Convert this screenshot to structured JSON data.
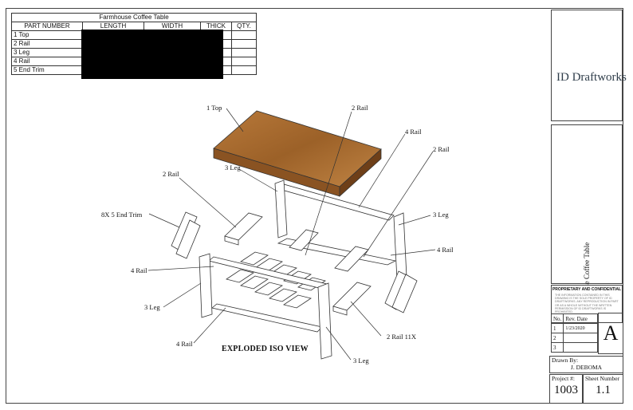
{
  "parts_table": {
    "title": "Farmhouse Coffee Table",
    "headers": [
      "PART NUMBER",
      "LENGTH",
      "WIDTH",
      "THICK",
      "QTY."
    ],
    "rows": [
      "1 Top",
      "2 Rail",
      "3 Leg",
      "4 Rail",
      "5 End Trim"
    ]
  },
  "labels": {
    "top": "1 Top",
    "rail2_a": "2 Rail",
    "rail4_a": "4 Rail",
    "rail2_b": "2 Rail",
    "leg3_a": "3 Leg",
    "rail2_c": "2 Rail",
    "leg3_b": "3 Leg",
    "end_trim": "8X    5 End Trim",
    "rail4_b": "4 Rail",
    "rail4_c": "4 Rail",
    "leg3_c": "3 Leg",
    "rail4_d": "4 Rail",
    "rail2_d": "2 Rail    11X",
    "leg3_d": "3 Leg"
  },
  "view_title": "EXPLODED ISO VIEW",
  "title_block": {
    "company": "ID Draftworks",
    "project_title": "Farmhouse Coffee Table",
    "proprietary_heading": "PROPRIETARY AND CONFIDENTIAL",
    "proprietary_text": "THE INFORMATION CONTAINED IN THIS DRAWING IS THE SOLE PROPERTY OF ID DRAFTWORKS. ANY REPRODUCTION IN PART OR AS A WHOLE WITHOUT THE WRITTEN PERMISSION OF ID DRAFTWORKS IS PROHIBITED.",
    "rev_header_no": "No.",
    "rev_header_date": "Rev. Date",
    "revisions": [
      {
        "no": "1",
        "date": "1/23/2020"
      },
      {
        "no": "2",
        "date": ""
      },
      {
        "no": "3",
        "date": ""
      }
    ],
    "rev_letter": "A",
    "drawn_by_label": "Drawn By:",
    "drawn_by": "J. DEBOMA",
    "project_label": "Project #:",
    "project_number": "1003",
    "sheet_label": "Sheet Number",
    "sheet_number": "1.1"
  }
}
